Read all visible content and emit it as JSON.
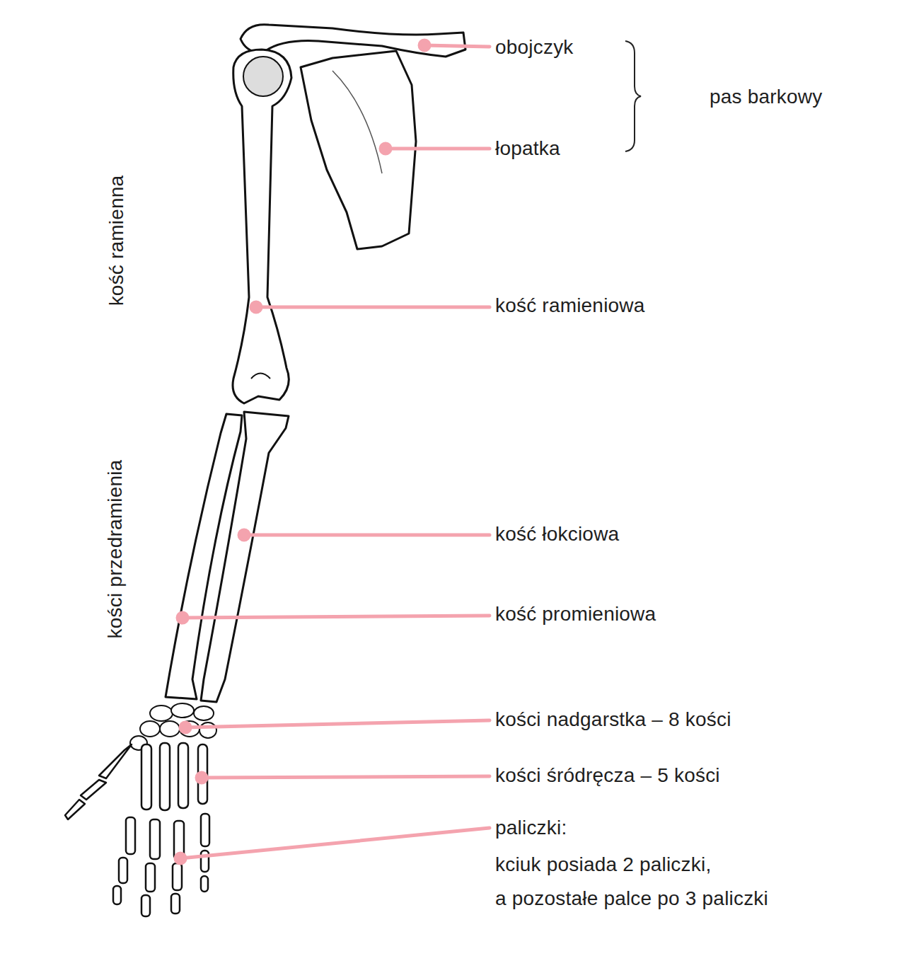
{
  "diagram": {
    "labels": [
      "obojczyk",
      "pas barkowy",
      "łopatka",
      "kość ramienna",
      "kość ramieniowa",
      "kości przedramienia",
      "kość łokciowa",
      "kość promieniowa",
      "kości nadgarstka – 8 kości",
      "kości śródręcza – 5 kości",
      "paliczki:",
      "kciuk posiada 2 paliczki,",
      "a pozostałe palce po 3 paliczki"
    ]
  }
}
